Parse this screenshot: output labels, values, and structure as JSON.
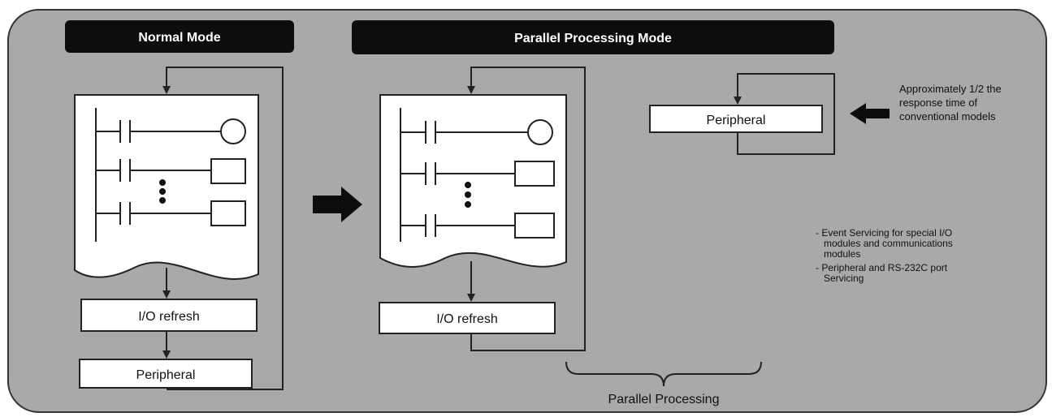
{
  "normal_mode": {
    "title": "Normal Mode",
    "io_refresh_label": "I/O refresh",
    "peripheral_label": "Peripheral"
  },
  "parallel_mode": {
    "title": "Parallel Processing Mode",
    "io_refresh_label": "I/O refresh",
    "peripheral_label": "Peripheral",
    "response_note": [
      "Approximately 1/2 the",
      "response time of",
      "conventional models"
    ],
    "servicing_notes": [
      [
        "- Event Servicing for special I/O",
        "modules and communications",
        "modules"
      ],
      [
        "- Peripheral and RS-232C port",
        "Servicing"
      ]
    ],
    "brace_label": "Parallel Processing"
  },
  "colors": {
    "panel_background": "#a9a9a9",
    "header_background": "#0d0d0d",
    "box_fill": "#ffffff",
    "line": "#222222"
  }
}
